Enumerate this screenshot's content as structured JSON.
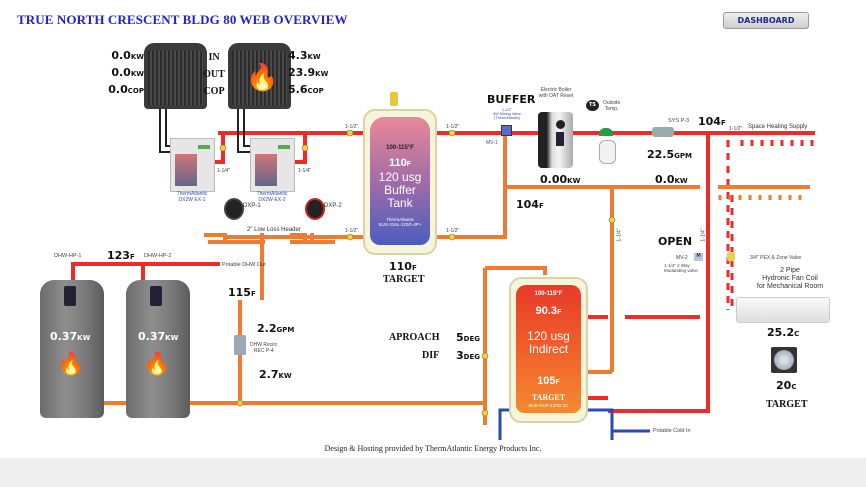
{
  "header": {
    "title": "TRUE NORTH CRESCENT BLDG 80 WEB OVERVIEW",
    "dashboard_button": "DASHBOARD"
  },
  "heat_pumps": {
    "row_labels": [
      "IN",
      "OUT",
      "COP"
    ],
    "hp1": {
      "in_kw": "0.0",
      "out_kw": "0.0",
      "cop": "0.0",
      "running": false
    },
    "hp2": {
      "in_kw": "4.3",
      "out_kw": "23.9",
      "cop": "5.6",
      "running": true
    },
    "units": {
      "kw": "KW",
      "cop": "COP"
    }
  },
  "exchangers": {
    "ex1": {
      "label_line1": "ThermAtlantic",
      "label_line2": "DX2W EX-1"
    },
    "ex2": {
      "label_line1": "ThermAtlantic",
      "label_line2": "DX2W-EX-2"
    },
    "pipe_size": "1-1/4\"",
    "pump1": "DXP-1",
    "pump2": "DXP-2",
    "header_label": "2\" Low Loss Header",
    "pipe_size_header": "1-1/2\""
  },
  "buffer_tank": {
    "range": "100-115°F",
    "temp": "110",
    "temp_unit": "F",
    "line1": "120 usg",
    "line2": "Buffer",
    "line3": "Tank",
    "mfr1": "ThermAtlantic",
    "mfr2": "SUS-316L-120G-4P+",
    "target_temp": "110",
    "target_unit": "F",
    "target_label": "TARGET",
    "pipe_size": "1-1/2\""
  },
  "boiler_section": {
    "buffer_label": "BUFFER",
    "mixing_valve_l1": "1-1/2\"",
    "mixing_valve_l2": "3W Mixing Valve",
    "mixing_valve_l3": "(ThermAtlantic)",
    "mv1": "MV-1",
    "boiler_l1": "Electric Boiler",
    "boiler_l2": "with OAT Reset",
    "ts": "TS",
    "outside_l1": "Outside",
    "outside_l2": "Temp.",
    "boiler_kw": "0.00",
    "kw_unit": "KW",
    "sys_pump": "SYS P-3",
    "supply_temp": "104",
    "temp_unit": "F",
    "flow": "22.5",
    "flow_unit": "GPM",
    "pump_kw": "0.0",
    "return_temp": "104"
  },
  "distribution": {
    "supply_size": "1-1/2\"",
    "supply_label": "Space Heating Supply",
    "valve_state": "OPEN",
    "mv2": "MV-2",
    "mv2_desc1": "1-1/4\" 2 Way",
    "mv2_desc2": "Modulating valve",
    "pipe_size": "1-1/4\"",
    "zone_valve": "3/4\" PEX & Zone Valve",
    "fancoil_l1": "2 Pipe",
    "fancoil_l2": "Hydronic Fan Coil",
    "fancoil_l3": "for Mechanical Room",
    "room_temp": "25.2",
    "target_temp": "20",
    "temp_unit": "C",
    "target_label": "TARGET"
  },
  "dhw": {
    "hp1_label": "DHW-HP-1",
    "hp2_label": "DHW-HP-2",
    "out_temp": "123",
    "temp_unit": "F",
    "out_label": "Potable DHW Out",
    "hp1_kw": "0.37",
    "hp2_kw": "0.37",
    "kw_unit": "KW",
    "recirc_temp": "115",
    "recirc_flow": "2.2",
    "flow_unit": "GPM",
    "recirc_l1": "DHW Recirc",
    "recirc_l2": "REC P-4",
    "recirc_kw": "2.7",
    "approach_label": "APROACH",
    "approach_val": "5",
    "dif_label": "DIF",
    "dif_val": "3",
    "deg_unit": "DEG",
    "cold_in": "Potable Cold In"
  },
  "indirect_tank": {
    "range": "100-115°F",
    "temp": "90.3",
    "temp_unit": "F",
    "line1": "120 usg",
    "line2": "Indirect",
    "target_temp": "105",
    "target_label": "TARGET",
    "model": "SUS-DUP-120G-2C"
  },
  "footer": "Design & Hosting provided by ThermAtlantic Energy Products Inc.",
  "colors": {
    "hot": "#ee2a2a",
    "warm": "#f07a30",
    "cold": "#2a4ab8",
    "title": "#2020e0"
  }
}
